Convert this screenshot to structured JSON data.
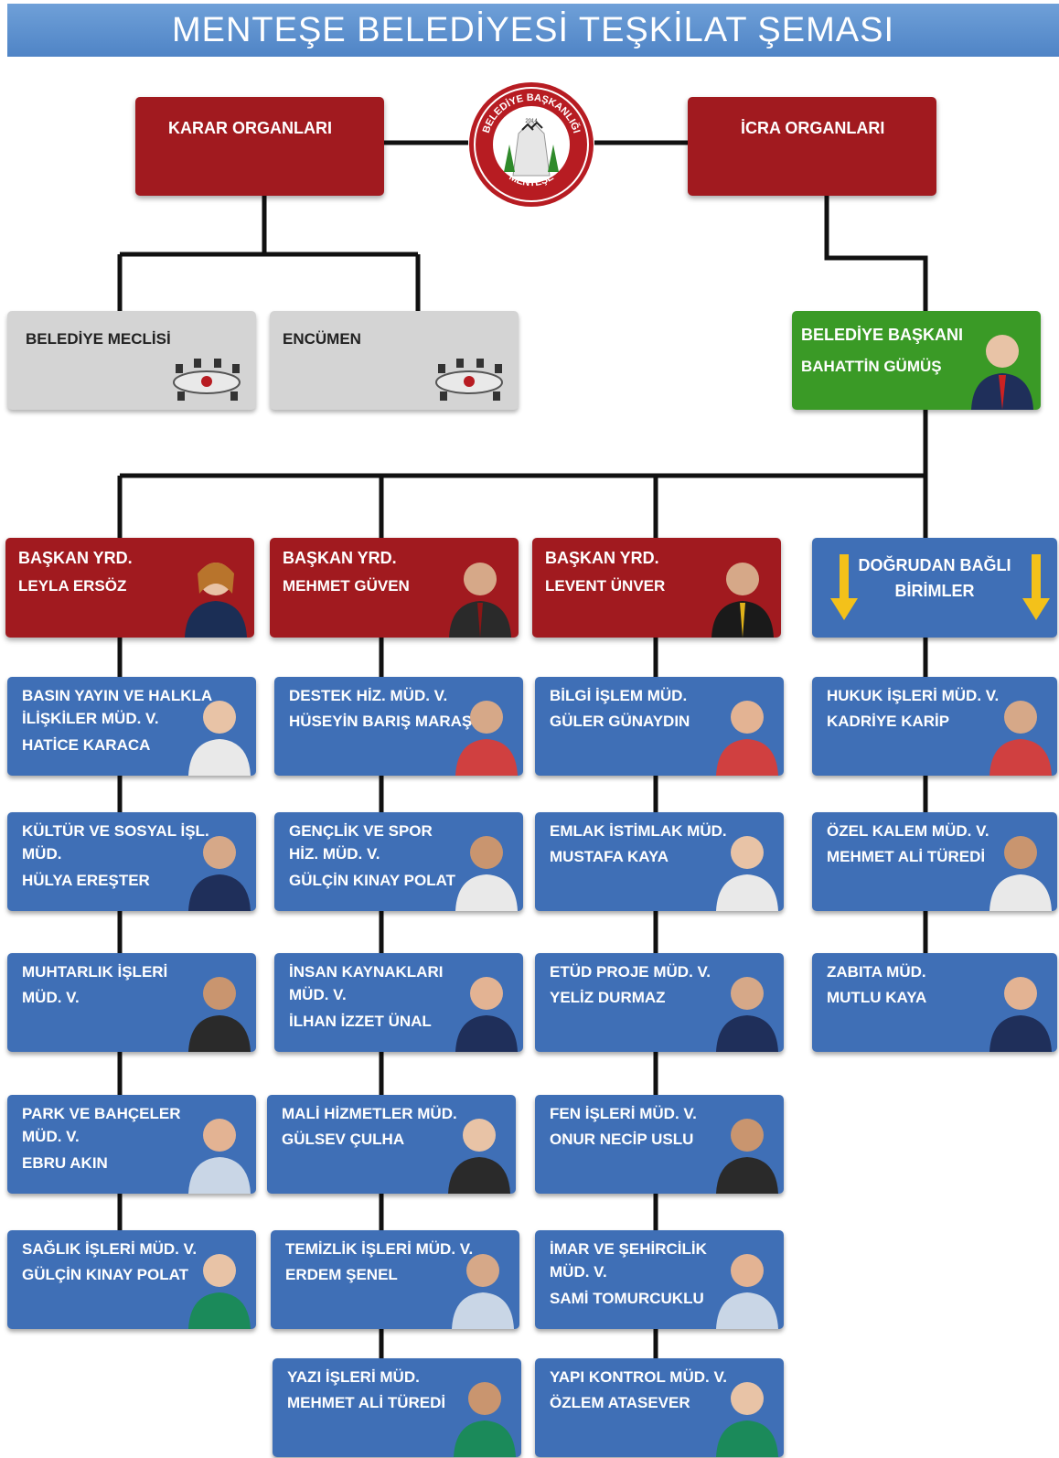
{
  "title": "MENTEŞE BELEDİYESİ TEŞKİLAT ŞEMASI",
  "seal": {
    "top_text": "BELEDİYE BAŞKANLIĞI",
    "bottom_text": "MENTEŞE",
    "year": "2014"
  },
  "colors": {
    "red": "#a11a1f",
    "blue": "#3f6fb6",
    "green": "#3a9a26",
    "gray": "#d4d4d4",
    "title_bar": "#5b8fcf"
  },
  "karar": "KARAR ORGANLARI",
  "icra": "İCRA ORGANLARI",
  "meclis": "BELEDİYE MECLİSİ",
  "encumen": "ENCÜMEN",
  "baskan": {
    "title": "BELEDİYE BAŞKANI",
    "name": "BAHATTİN GÜMÜŞ"
  },
  "yrd": [
    {
      "l1": "BAŞKAN YRD.",
      "l2": "LEYLA ERSÖZ"
    },
    {
      "l1": "BAŞKAN YRD.",
      "l2": "MEHMET GÜVEN"
    },
    {
      "l1": "BAŞKAN YRD.",
      "l2": "LEVENT ÜNVER"
    }
  ],
  "dogrudan": {
    "l1": "DOĞRUDAN BAĞLI",
    "l2": "BİRİMLER"
  },
  "units": [
    {
      "l1": "BASIN YAYIN VE HALKLA",
      "l2": "İLİŞKİLER MÜD. V.",
      "l3": "HATİCE KARACA"
    },
    {
      "l1": "KÜLTÜR VE SOSYAL İŞL.",
      "l2": "MÜD.",
      "l3": "HÜLYA EREŞTER"
    },
    {
      "l1": "MUHTARLIK İŞLERİ",
      "l2": "MÜD.  V."
    },
    {
      "l1": "PARK VE BAHÇELER",
      "l2": "MÜD. V.",
      "l3": "EBRU AKIN"
    },
    {
      "l1": "SAĞLIK İŞLERİ MÜD. V.",
      "l2": "GÜLÇİN KINAY POLAT"
    },
    {
      "l1": "DESTEK HİZ. MÜD. V.",
      "l2": "HÜSEYİN BARIŞ MARAŞ"
    },
    {
      "l1": "GENÇLİK VE SPOR",
      "l2": "HİZ. MÜD. V.",
      "l3": "GÜLÇİN KINAY POLAT"
    },
    {
      "l1": "İNSAN KAYNAKLARI",
      "l2": "MÜD. V.",
      "l3": "İLHAN İZZET ÜNAL"
    },
    {
      "l1": "MALİ HİZMETLER MÜD.",
      "l2": "GÜLSEV ÇULHA"
    },
    {
      "l1": "TEMİZLİK İŞLERİ MÜD. V.",
      "l2": "ERDEM ŞENEL"
    },
    {
      "l1": "YAZI İŞLERİ MÜD.",
      "l2": "MEHMET ALİ TÜREDİ"
    },
    {
      "l1": "BİLGİ İŞLEM MÜD.",
      "l2": "GÜLER GÜNAYDIN"
    },
    {
      "l1": "EMLAK İSTİMLAK MÜD.",
      "l2": "MUSTAFA KAYA"
    },
    {
      "l1": "ETÜD PROJE MÜD. V.",
      "l2": "YELİZ DURMAZ"
    },
    {
      "l1": "FEN İŞLERİ MÜD. V.",
      "l2": "ONUR NECİP USLU"
    },
    {
      "l1": "İMAR VE ŞEHİRCİLİK",
      "l2": "MÜD. V.",
      "l3": "SAMİ TOMURCUKLU"
    },
    {
      "l1": "YAPI KONTROL MÜD. V.",
      "l2": "ÖZLEM ATASEVER"
    },
    {
      "l1": "HUKUK İŞLERİ MÜD. V.",
      "l2": "KADRİYE KARİP"
    },
    {
      "l1": "ÖZEL KALEM MÜD. V.",
      "l2": "MEHMET ALİ TÜREDİ"
    },
    {
      "l1": "ZABITA MÜD.",
      "l2": "MUTLU KAYA"
    }
  ]
}
